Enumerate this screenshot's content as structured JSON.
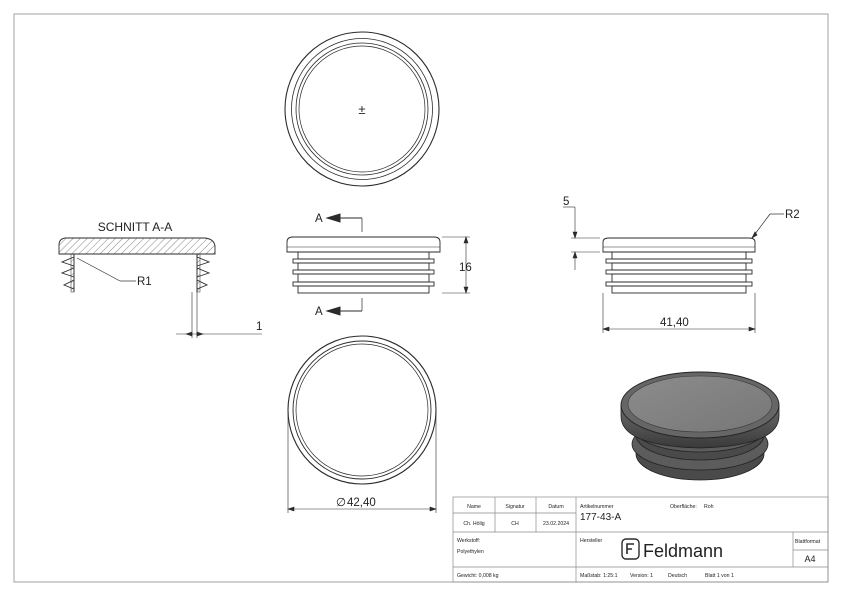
{
  "views": {
    "section": {
      "title": "SCHNITT A-A",
      "radius_label": "R1",
      "wall_label": "1"
    },
    "front": {
      "cut_label_top": "A",
      "cut_label_bottom": "A",
      "height_label": "16",
      "center_mark": "±"
    },
    "bottom": {
      "diameter_label": "42,40",
      "diameter_symbol": "∅"
    },
    "side": {
      "top_label": "5",
      "radius_label": "R2",
      "width_label": "41,40"
    }
  },
  "title_block": {
    "headers": {
      "name": "Name",
      "signature": "Signatur",
      "date": "Datum"
    },
    "row": {
      "name": "Ch. Hölig",
      "signature": "CH",
      "date": "23.02.2024"
    },
    "article_label": "Artikelnummer",
    "article_number": "177-43-A",
    "surface_label": "Oberfläche:",
    "surface_value": "Roh",
    "material_label": "Werkstoff:",
    "material_value": "Polyethylen",
    "manufacturer_label": "Hersteller",
    "logo_text": "Feldmann",
    "format_label": "Blattformat",
    "format_value": "A4",
    "weight": "Gewicht: 0,008 kg",
    "scale": "Maßstab: 1:25:1",
    "version": "Version: 1",
    "language": "Deutsch",
    "sheet": "Blatt 1 von 1"
  },
  "colors": {
    "line": "#2b2b2b",
    "frame": "#7a7a7a",
    "cap_top": "#7e7e7e",
    "cap_body": "#5a5a5a"
  }
}
